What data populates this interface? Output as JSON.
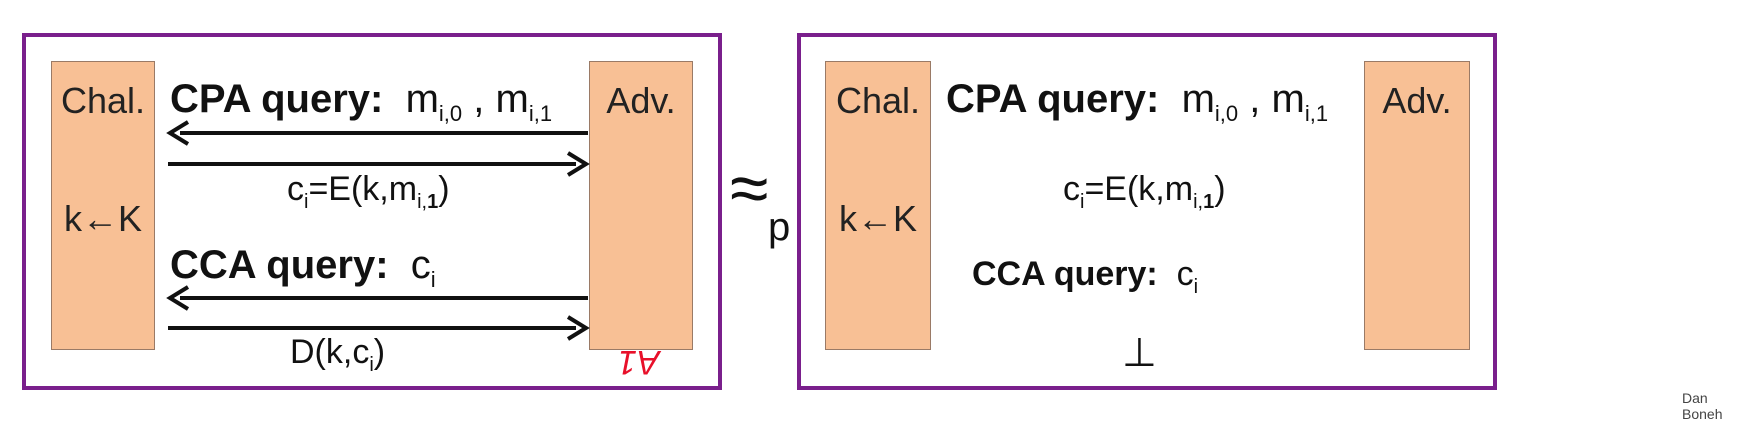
{
  "left_game": {
    "challenger_label": "Chal.",
    "key_gen": "k←K",
    "adversary_label": "Adv.",
    "cpa_label": "CPA query:",
    "cpa_msgs_m1": "m",
    "cpa_msgs_sub1": "i,0",
    "cpa_msgs_comma": " , ",
    "cpa_msgs_m2": "m",
    "cpa_msgs_sub2": "i,1",
    "cpa_reply_pre": "c",
    "cpa_reply_sub": "i",
    "cpa_reply_mid": "=E(k,m",
    "cpa_reply_sub2": "i,",
    "cpa_reply_bold": "1",
    "cpa_reply_end": ")",
    "cca_label": "CCA query:",
    "cca_c": "c",
    "cca_sub": "i",
    "cca_reply_pre": "D(k,c",
    "cca_reply_sub": "i",
    "cca_reply_end": ")",
    "annotation": "A1"
  },
  "equiv": {
    "symbol": "≈",
    "subscript": "p"
  },
  "right_game": {
    "challenger_label": "Chal.",
    "key_gen": "k←K",
    "adversary_label": "Adv.",
    "cpa_label": "CPA query:",
    "cpa_msgs_m1": "m",
    "cpa_msgs_sub1": "i,0",
    "cpa_msgs_comma": " , ",
    "cpa_msgs_m2": "m",
    "cpa_msgs_sub2": "i,1",
    "cpa_reply_pre": "c",
    "cpa_reply_sub": "i",
    "cpa_reply_mid": "=E(k,m",
    "cpa_reply_sub2": "i,",
    "cpa_reply_bold": "1",
    "cpa_reply_end": ")",
    "cca_label": "CCA query:",
    "cca_c": "c",
    "cca_sub": "i",
    "cca_reply": "⊥"
  },
  "credit": "Dan Boneh",
  "colors": {
    "frame": "#7a1f8c",
    "box": "#f8c095",
    "annotation": "#e8102a"
  }
}
